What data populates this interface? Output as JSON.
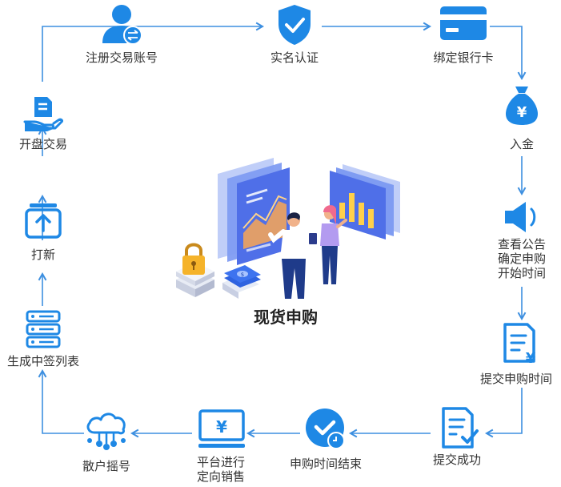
{
  "colors": {
    "primary": "#1e88e5",
    "primary_light": "#4aa3f0",
    "line": "#3d8fe0"
  },
  "steps": [
    {
      "id": "register",
      "label": "注册交易账号",
      "icon": "user-exchange-icon"
    },
    {
      "id": "verify",
      "label": "实名认证",
      "icon": "shield-check-icon"
    },
    {
      "id": "bind-card",
      "label": "绑定银行卡",
      "icon": "bank-card-icon"
    },
    {
      "id": "deposit",
      "label": "入金",
      "icon": "money-bag-icon"
    },
    {
      "id": "announcement",
      "label_lines": [
        "查看公告",
        "确定申购",
        "开始时间"
      ],
      "icon": "speaker-icon"
    },
    {
      "id": "submit-time",
      "label": "提交申购时间",
      "icon": "invoice-yuan-icon"
    },
    {
      "id": "submit-success",
      "label": "提交成功",
      "icon": "document-check-icon"
    },
    {
      "id": "subscribe-end",
      "label": "申购时间结束",
      "icon": "check-circle-icon"
    },
    {
      "id": "platform-sale",
      "label_lines": [
        "平台进行",
        "定向销售"
      ],
      "icon": "monitor-yuan-icon"
    },
    {
      "id": "lottery",
      "label": "散户摇号",
      "icon": "cloud-network-icon"
    },
    {
      "id": "winning-list",
      "label": "生成中签列表",
      "icon": "server-list-icon"
    },
    {
      "id": "refresh",
      "label": "打新",
      "icon": "upload-box-icon"
    },
    {
      "id": "open-trade",
      "label": "开盘交易",
      "icon": "hand-document-icon"
    }
  ],
  "center": {
    "title": "现货申购",
    "illustration": "spot-subscription-illustration"
  }
}
